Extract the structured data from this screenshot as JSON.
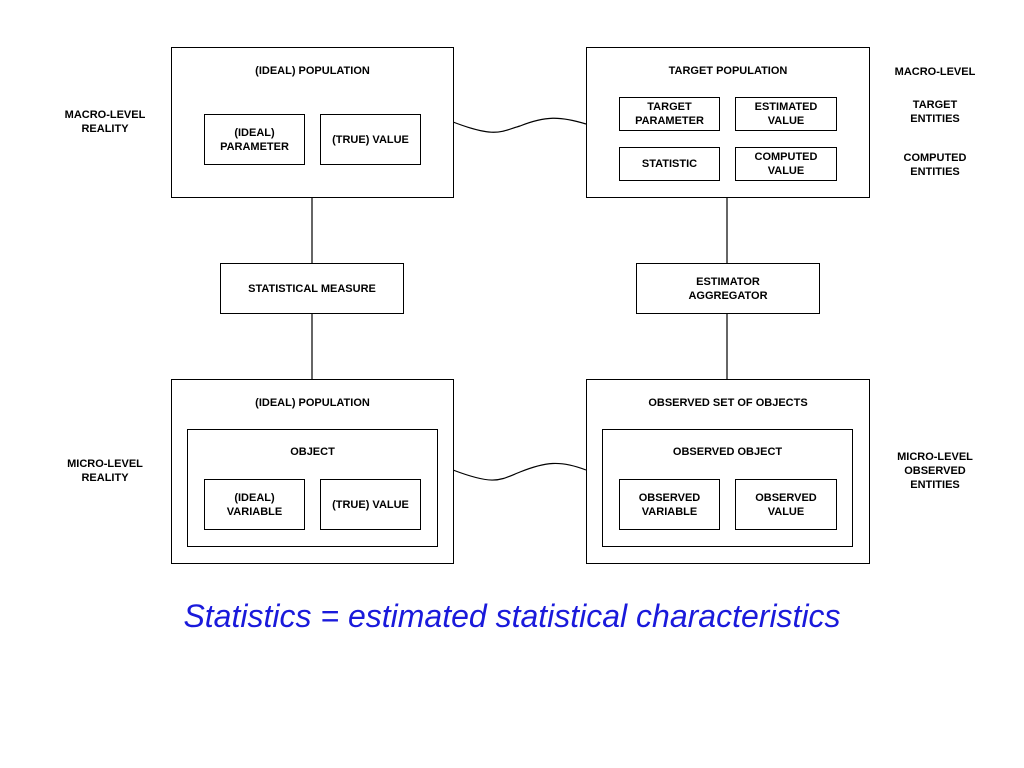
{
  "diagram": {
    "top_left": {
      "title": "(IDEAL) POPULATION",
      "parameter": "(IDEAL)\nPARAMETER",
      "value": "(TRUE) VALUE"
    },
    "top_right": {
      "title": "TARGET POPULATION",
      "target_parameter": "TARGET\nPARAMETER",
      "estimated_value": "ESTIMATED\nVALUE",
      "statistic": "STATISTIC",
      "computed_value": "COMPUTED\nVALUE"
    },
    "middle_left": {
      "label": "STATISTICAL MEASURE"
    },
    "middle_right": {
      "label": "ESTIMATOR\nAGGREGATOR"
    },
    "bottom_left": {
      "title": "(IDEAL) POPULATION",
      "object_title": "OBJECT",
      "variable": "(IDEAL)\nVARIABLE",
      "value": "(TRUE) VALUE"
    },
    "bottom_right": {
      "title": "OBSERVED SET OF OBJECTS",
      "object_title": "OBSERVED OBJECT",
      "variable": "OBSERVED\nVARIABLE",
      "value": "OBSERVED\nVALUE"
    },
    "left_labels": {
      "macro": "MACRO-LEVEL\nREALITY",
      "micro": "MICRO-LEVEL\nREALITY"
    },
    "right_labels": {
      "macro_level": "MACRO-LEVEL",
      "target_entities": "TARGET\nENTITIES",
      "computed_entities": "COMPUTED\nENTITIES",
      "micro_observed": "MICRO-LEVEL\nOBSERVED\nENTITIES"
    }
  },
  "caption": "Statistics = estimated statistical characteristics",
  "colors": {
    "caption": "#1a1adb",
    "lines": "#000000"
  }
}
